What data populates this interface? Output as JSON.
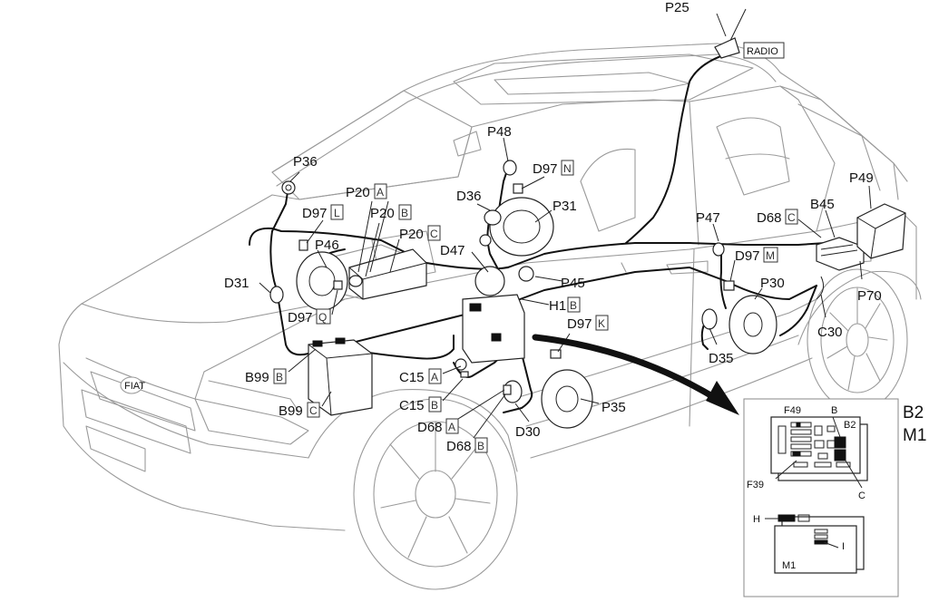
{
  "labels": {
    "p25": "P25",
    "radio": "RADIO",
    "p48": "P48",
    "p36": "P36",
    "d97n": "D97",
    "d97n_sfx": "N",
    "p20a": "P20",
    "p20a_sfx": "A",
    "d36": "D36",
    "p31": "P31",
    "p49": "P49",
    "b45": "B45",
    "d97l": "D97",
    "d97l_sfx": "L",
    "p20b": "P20",
    "p20b_sfx": "B",
    "p47": "P47",
    "d68c": "D68",
    "d68c_sfx": "C",
    "p20c": "P20",
    "p20c_sfx": "C",
    "p46": "P46",
    "d47": "D47",
    "d97m": "D97",
    "d97m_sfx": "M",
    "p45": "P45",
    "p30": "P30",
    "p70": "P70",
    "d31": "D31",
    "h1b": "H1",
    "h1b_sfx": "B",
    "d97q": "D97",
    "d97q_sfx": "Q",
    "d97k": "D97",
    "d97k_sfx": "K",
    "c30": "C30",
    "b99b": "B99",
    "b99b_sfx": "B",
    "d35": "D35",
    "c15a": "C15",
    "c15a_sfx": "A",
    "p35": "P35",
    "b99c": "B99",
    "b99c_sfx": "C",
    "c15b": "C15",
    "c15b_sfx": "B",
    "d68a": "D68",
    "d68a_sfx": "A",
    "d30": "D30",
    "d68b": "D68",
    "d68b_sfx": "B",
    "brand": "FIAT"
  },
  "inset": {
    "title_b2": "B2",
    "title_m1": "M1",
    "f49": "F49",
    "b": "B",
    "b2": "B2",
    "f39": "F39",
    "c": "C",
    "h": "H",
    "i": "I",
    "m1": "M1"
  }
}
